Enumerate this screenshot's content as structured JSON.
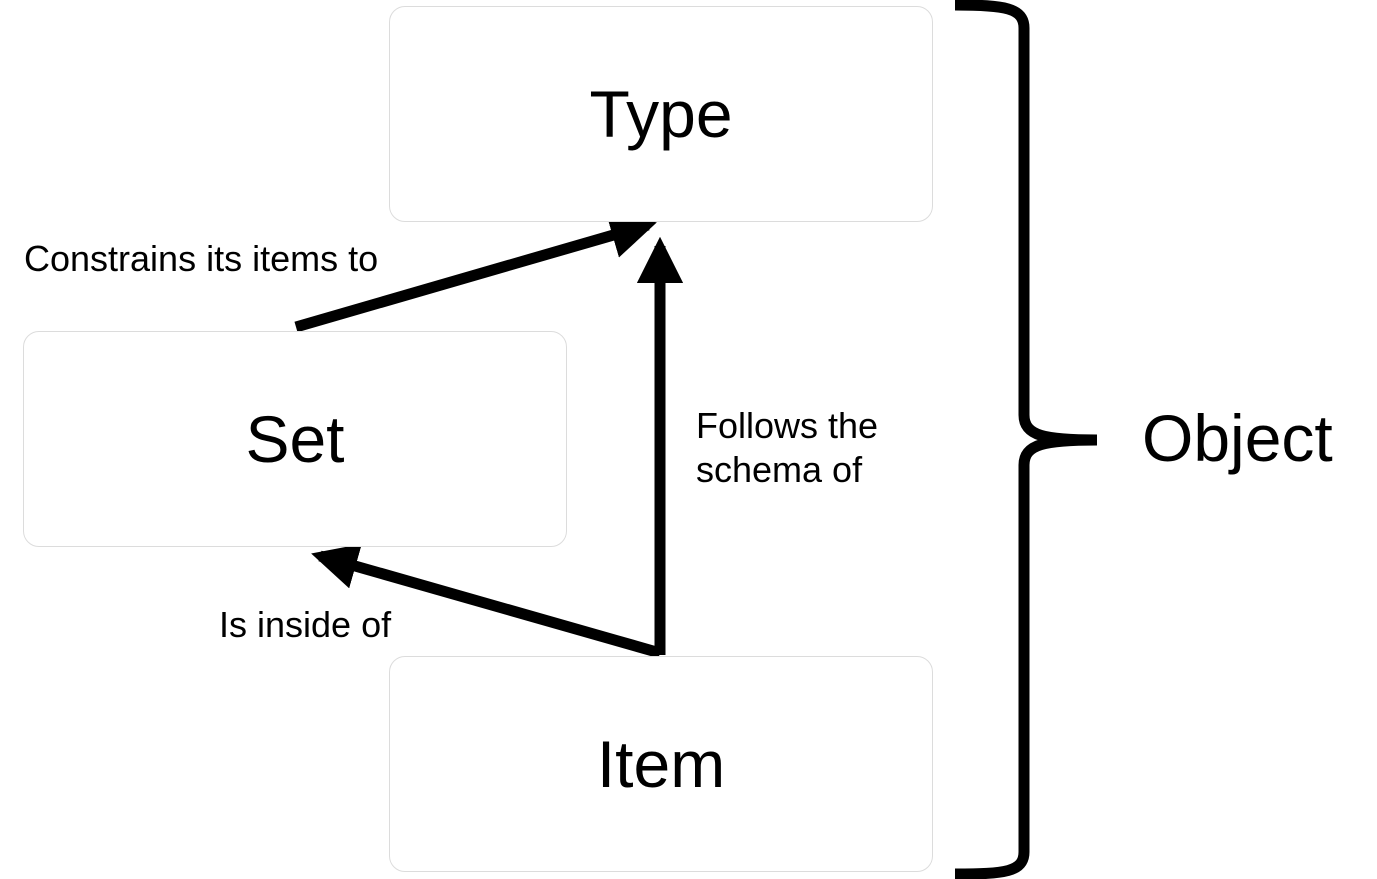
{
  "nodes": {
    "type": {
      "label": "Type"
    },
    "set": {
      "label": "Set"
    },
    "item": {
      "label": "Item"
    }
  },
  "edges": {
    "set_to_type": {
      "label": "Constrains its items to"
    },
    "item_to_type": {
      "label": "Follows the\nschema of"
    },
    "item_to_set": {
      "label": "Is inside of"
    }
  },
  "group": {
    "label": "Object"
  },
  "colors": {
    "stroke": "#000000",
    "node_border": "#dcdcdc",
    "background": "#ffffff"
  }
}
